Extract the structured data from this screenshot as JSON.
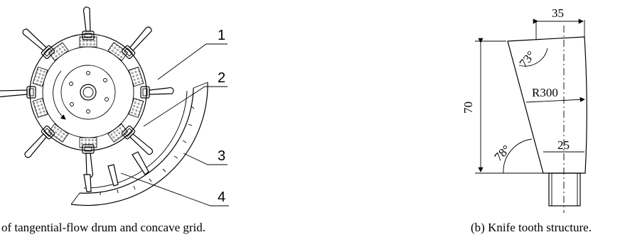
{
  "figure_a": {
    "caption": "of tangential-flow drum and concave grid.",
    "callouts": [
      "1",
      "2",
      "3",
      "4"
    ]
  },
  "figure_b": {
    "caption": "(b) Knife tooth structure.",
    "dimensions": {
      "top_width": "35",
      "height": "70",
      "bottom_width": "25",
      "radius": "R300",
      "top_angle": "73°",
      "bottom_angle": "78°"
    }
  }
}
